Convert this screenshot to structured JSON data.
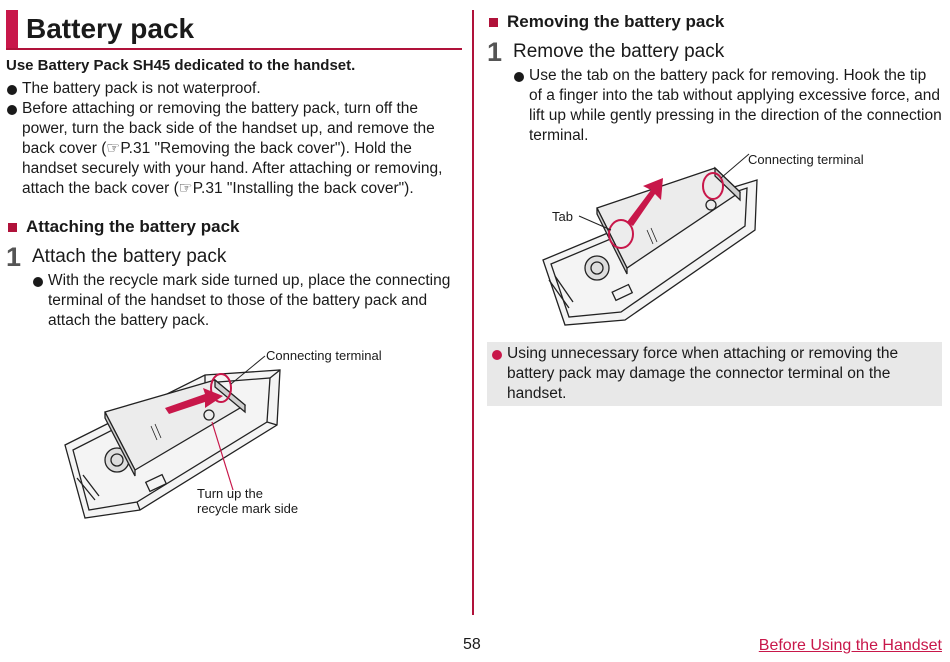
{
  "title": "Battery pack",
  "intro": "Use Battery Pack SH45 dedicated to the handset.",
  "notes": [
    "The battery pack is not waterproof.",
    "Before attaching or removing the battery pack, turn off the power, turn the back side of the handset up, and remove the back cover (☞P.31 \"Removing the back cover\"). Hold the handset securely with your hand. After attaching or removing, attach the back cover (☞P.31 \"Installing the back cover\")."
  ],
  "attach": {
    "heading": "Attaching the battery pack",
    "step_num": "1",
    "step_title": "Attach the battery pack",
    "detail": "With the recycle mark side turned up, place the connecting terminal of the handset to those of the battery pack and attach the battery pack.",
    "callout_terminal": "Connecting terminal",
    "callout_recycle_1": "Turn up the",
    "callout_recycle_2": "recycle mark side"
  },
  "remove": {
    "heading": "Removing the battery pack",
    "step_num": "1",
    "step_title": "Remove the battery pack",
    "detail": "Use the tab on the battery pack for removing. Hook the tip of a finger into the tab without applying excessive force, and lift up while gently pressing in the direction of the connection terminal.",
    "callout_terminal": "Connecting terminal",
    "callout_tab": "Tab"
  },
  "warning": "Using unnecessary force when attaching or removing the battery pack may damage the connector terminal on the handset.",
  "page_number": "58",
  "footer_link": "Before Using the Handset",
  "colors": {
    "accent": "#c8174a",
    "divider": "#b0123a",
    "warning_bg": "#e8e8e8"
  }
}
